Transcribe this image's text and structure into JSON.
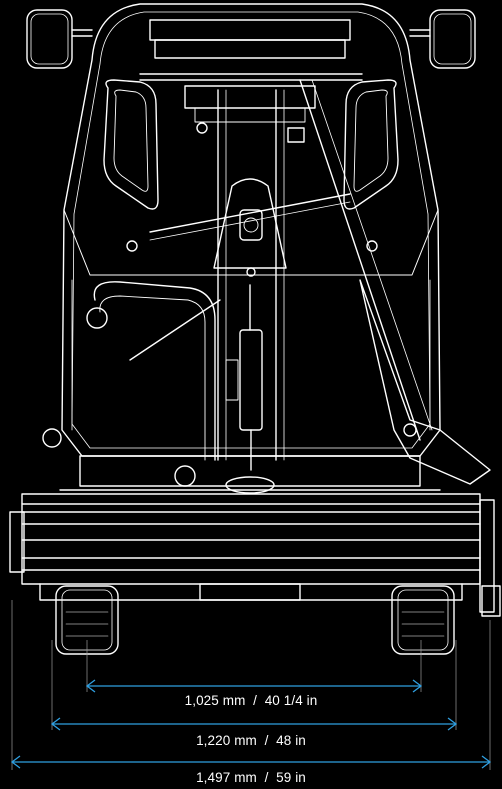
{
  "colors": {
    "background": "#000000",
    "linework": "#ffffff",
    "dimension_lines": "#2f9fe0"
  },
  "dimensions": {
    "inner_track": "1,025 mm  /  40 1/4 in",
    "wheel_track": "1,220 mm  /  48 in",
    "overall_width": "1,497 mm  /  59 in"
  }
}
